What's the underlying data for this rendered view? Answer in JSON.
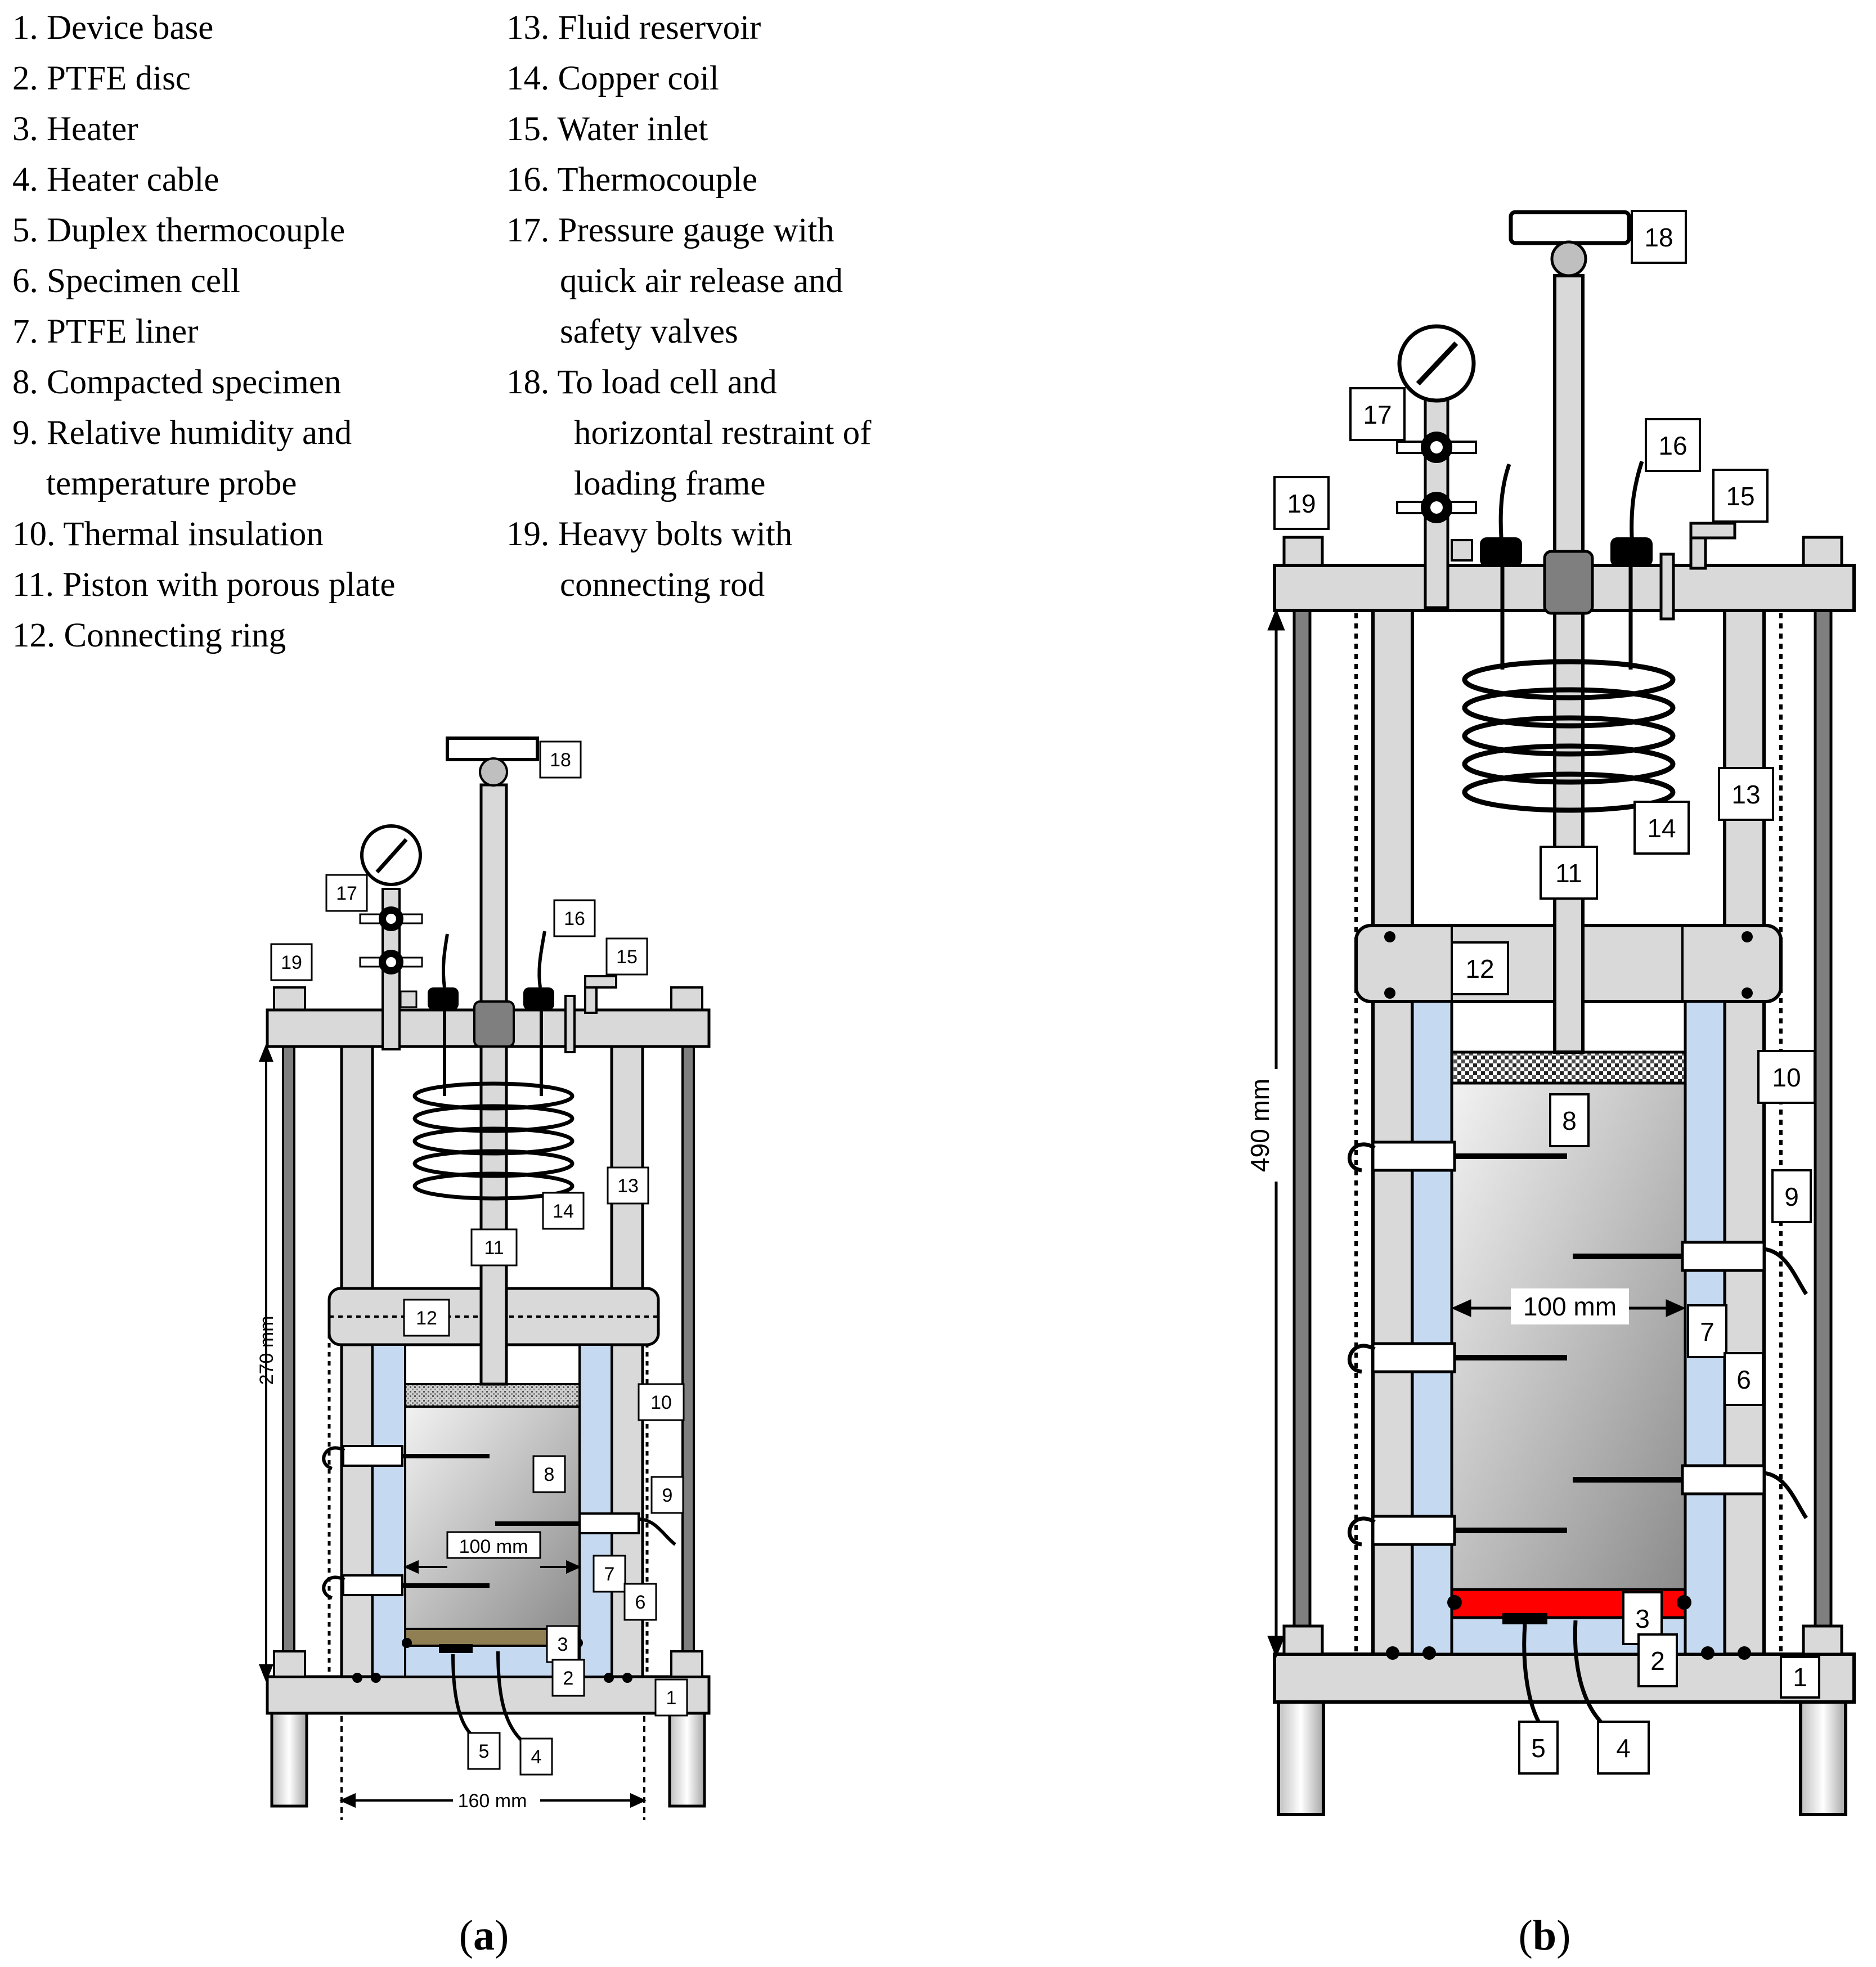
{
  "legend": {
    "left": [
      {
        "text": "1. Device base",
        "indent": 0
      },
      {
        "text": "2. PTFE disc",
        "indent": 0
      },
      {
        "text": "3. Heater",
        "indent": 0
      },
      {
        "text": "4. Heater cable",
        "indent": 0
      },
      {
        "text": "5. Duplex thermocouple",
        "indent": 0
      },
      {
        "text": "6. Specimen cell",
        "indent": 0
      },
      {
        "text": "7. PTFE liner",
        "indent": 0
      },
      {
        "text": "8. Compacted specimen",
        "indent": 0
      },
      {
        "text": "9. Relative humidity and",
        "indent": 0
      },
      {
        "text": "temperature probe",
        "indent": 1
      },
      {
        "text": "10. Thermal insulation",
        "indent": 0
      },
      {
        "text": "11. Piston with porous plate",
        "indent": 0
      },
      {
        "text": "12. Connecting ring",
        "indent": 0
      }
    ],
    "right": [
      {
        "text": "13. Fluid reservoir",
        "indent": 0
      },
      {
        "text": "14. Copper coil",
        "indent": 0
      },
      {
        "text": "15. Water inlet",
        "indent": 0
      },
      {
        "text": "16. Thermocouple",
        "indent": 0
      },
      {
        "text": "17. Pressure gauge with",
        "indent": 0
      },
      {
        "text": "quick air release and",
        "indent": 2
      },
      {
        "text": "safety valves",
        "indent": 2
      },
      {
        "text": "18. To load cell and",
        "indent": 0
      },
      {
        "text": "horizontal restraint of",
        "indent": 3
      },
      {
        "text": "loading frame",
        "indent": 3
      },
      {
        "text": "19. Heavy bolts with",
        "indent": 0
      },
      {
        "text": "connecting rod",
        "indent": 2
      }
    ]
  },
  "diagram_a": {
    "caption_letter": "a",
    "labels": {
      "n1": "1",
      "n2": "2",
      "n3": "3",
      "n4": "4",
      "n5": "5",
      "n6": "6",
      "n7": "7",
      "n8": "8",
      "n9": "9",
      "n10": "10",
      "n11": "11",
      "n12": "12",
      "n13": "13",
      "n14": "14",
      "n15": "15",
      "n16": "16",
      "n17": "17",
      "n18": "18",
      "n19": "19"
    },
    "dim_height": "270 mm",
    "dim_inner": "100 mm",
    "dim_base": "160 mm"
  },
  "diagram_b": {
    "caption_letter": "b",
    "labels": {
      "n1": "1",
      "n2": "2",
      "n3": "3",
      "n4": "4",
      "n5": "5",
      "n6": "6",
      "n7": "7",
      "n8": "8",
      "n9": "9",
      "n10": "10",
      "n11": "11",
      "n12": "12",
      "n13": "13",
      "n14": "14",
      "n15": "15",
      "n16": "16",
      "n17": "17",
      "n18": "18",
      "n19": "19"
    },
    "dim_height": "490 mm",
    "dim_inner": "100 mm"
  },
  "colors": {
    "frame_grey": "#d9d9d9",
    "liner_blue": "#c5d9f1",
    "heater_a": "#8f7f52",
    "heater_b": "#ff0000",
    "piston_dark": "#7f7f7f"
  }
}
